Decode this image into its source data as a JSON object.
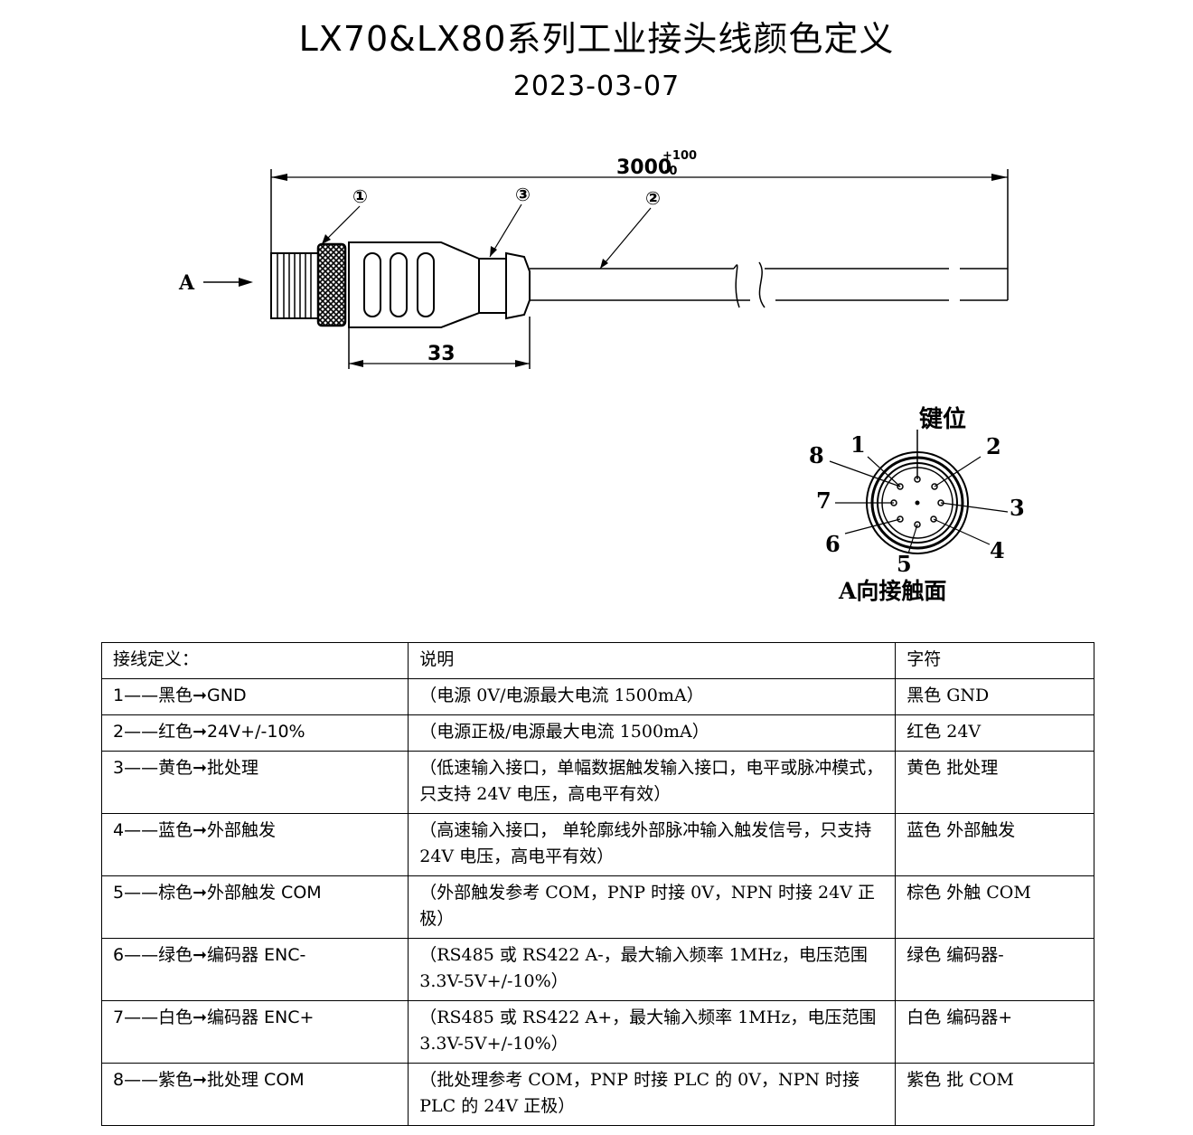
{
  "title": "LX70&LX80系列工业接头线颜色定义",
  "date": "2023-03-07",
  "drawing": {
    "length_label": "3000",
    "tol_plus": "+100",
    "tol_minus": "-0",
    "callout_1": "①",
    "callout_2": "②",
    "callout_3": "③",
    "view_arrow_label": "A",
    "dim_33": "33"
  },
  "pinout": {
    "key_label": "键位",
    "face_label": "A向接触面",
    "pins": [
      "1",
      "2",
      "3",
      "4",
      "5",
      "6",
      "7",
      "8"
    ]
  },
  "table": {
    "headers": [
      "接线定义：",
      "说明",
      "字符"
    ],
    "rows": [
      {
        "def": "1——黑色➞GND",
        "desc": "（电源 0V/电源最大电流 1500mA）",
        "char": "黑色 GND"
      },
      {
        "def": "2——红色➞24V+/-10%",
        "desc": "（电源正极/电源最大电流 1500mA）",
        "char": "红色 24V"
      },
      {
        "def": "3——黄色➞批处理",
        "desc": "（低速输入接口，单幅数据触发输入接口，电平或脉冲模式，只支持 24V 电压，高电平有效）",
        "char": "黄色 批处理"
      },
      {
        "def": "4——蓝色➞外部触发",
        "desc": "（高速输入接口， 单轮廓线外部脉冲输入触发信号，只支持 24V 电压，高电平有效）",
        "char": "蓝色 外部触发"
      },
      {
        "def": "5——棕色➞外部触发 COM",
        "desc": "（外部触发参考 COM，PNP 时接 0V，NPN 时接 24V 正极）",
        "char": "棕色 外触 COM"
      },
      {
        "def": "6——绿色➞编码器 ENC-",
        "desc": "（RS485 或 RS422 A-，最大输入频率 1MHz，电压范围 3.3V-5V+/-10%）",
        "char": "绿色 编码器-"
      },
      {
        "def": "7——白色➞编码器 ENC+",
        "desc": "（RS485 或 RS422 A+，最大输入频率 1MHz，电压范围 3.3V-5V+/-10%）",
        "char": "白色 编码器+"
      },
      {
        "def": "8——紫色➞批处理 COM",
        "desc": "（批处理参考 COM，PNP 时接 PLC 的 0V，NPN 时接 PLC 的 24V 正极）",
        "char": "紫色 批 COM"
      }
    ]
  }
}
